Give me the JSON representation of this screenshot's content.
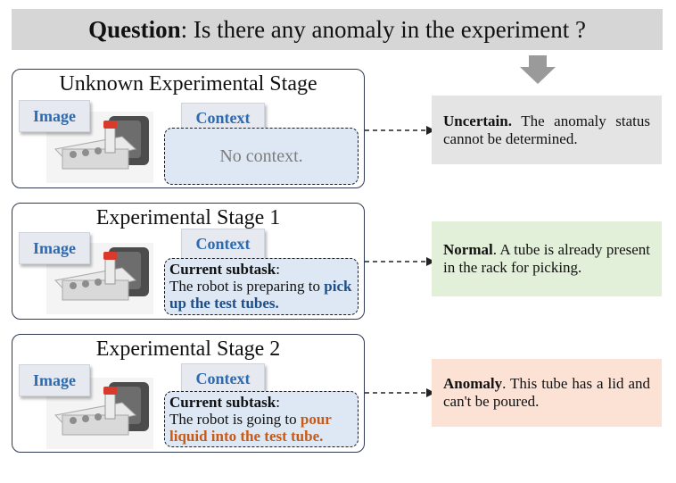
{
  "question": {
    "label": "Question",
    "text": ": Is there any anomaly in the experiment ?"
  },
  "tags": {
    "image": "Image",
    "context": "Context"
  },
  "stages": [
    {
      "title": "Unknown Experimental Stage",
      "context": {
        "empty_text": "No context."
      },
      "result": {
        "status": "Uncertain.",
        "text": " The anomaly status cannot be determined."
      }
    },
    {
      "title": "Experimental Stage 1",
      "context": {
        "label": "Current subtask",
        "colon": ":",
        "text": "The robot is preparing to ",
        "highlight": "pick up the test tubes."
      },
      "result": {
        "status": "Normal",
        "text": ". A tube is already present in the rack for picking."
      }
    },
    {
      "title": "Experimental Stage 2",
      "context": {
        "label": "Current subtask",
        "colon": ":",
        "text": "The robot is going to ",
        "highlight": "pour liquid into the test tube."
      },
      "result": {
        "status": "Anomaly",
        "text": ". This tube has a lid and can't be poured."
      }
    }
  ],
  "colors": {
    "tag_text": "#2e6ab0",
    "context_fill": "#dde8f4",
    "uncertain_fill": "#e4e4e4",
    "normal_fill": "#e2efd9",
    "anomaly_fill": "#fbe2d5",
    "highlight_blue": "#1f4f86",
    "highlight_orange": "#c85a17"
  }
}
